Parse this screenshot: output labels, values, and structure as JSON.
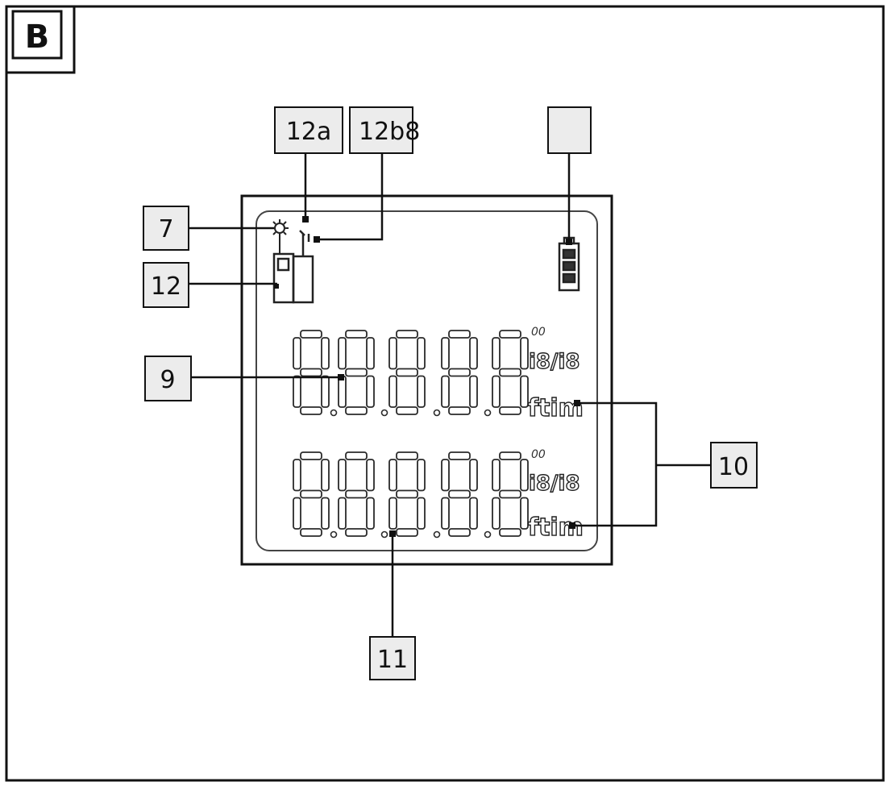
{
  "figure": {
    "panel_letter": "B"
  },
  "callouts": {
    "c12a": "12a",
    "c12b": "12b8",
    "c_top_right": "",
    "c7": "7",
    "c12": "12",
    "c9": "9",
    "c10": "10",
    "c11": "11"
  },
  "lcd": {
    "row1_units": {
      "top": "00",
      "mid": "i8/i8",
      "bottom": "ftim"
    },
    "row2_units": {
      "top": "00",
      "mid": "i8/i8",
      "bottom": "ftim"
    }
  },
  "colors": {
    "line": "#111111",
    "callout_fill": "#ececec",
    "segment": "#2a2a2a"
  }
}
